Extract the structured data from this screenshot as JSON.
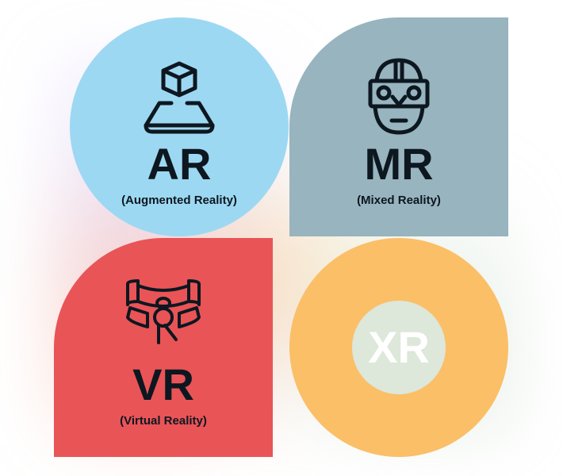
{
  "tiles": {
    "ar": {
      "title": "AR",
      "subtitle": "(Augmented Reality)",
      "color": "#9dd8f2",
      "icon": "hologram-cube-icon"
    },
    "mr": {
      "title": "MR",
      "subtitle": "(Mixed Reality)",
      "color": "#97b4bf",
      "icon": "headset-face-icon"
    },
    "vr": {
      "title": "VR",
      "subtitle": "(Virtual Reality)",
      "color": "#e95457",
      "icon": "vr-immersion-icon"
    },
    "xr": {
      "title": "XR",
      "color": "#fbbf68",
      "inner_color": "#dde7da"
    }
  }
}
